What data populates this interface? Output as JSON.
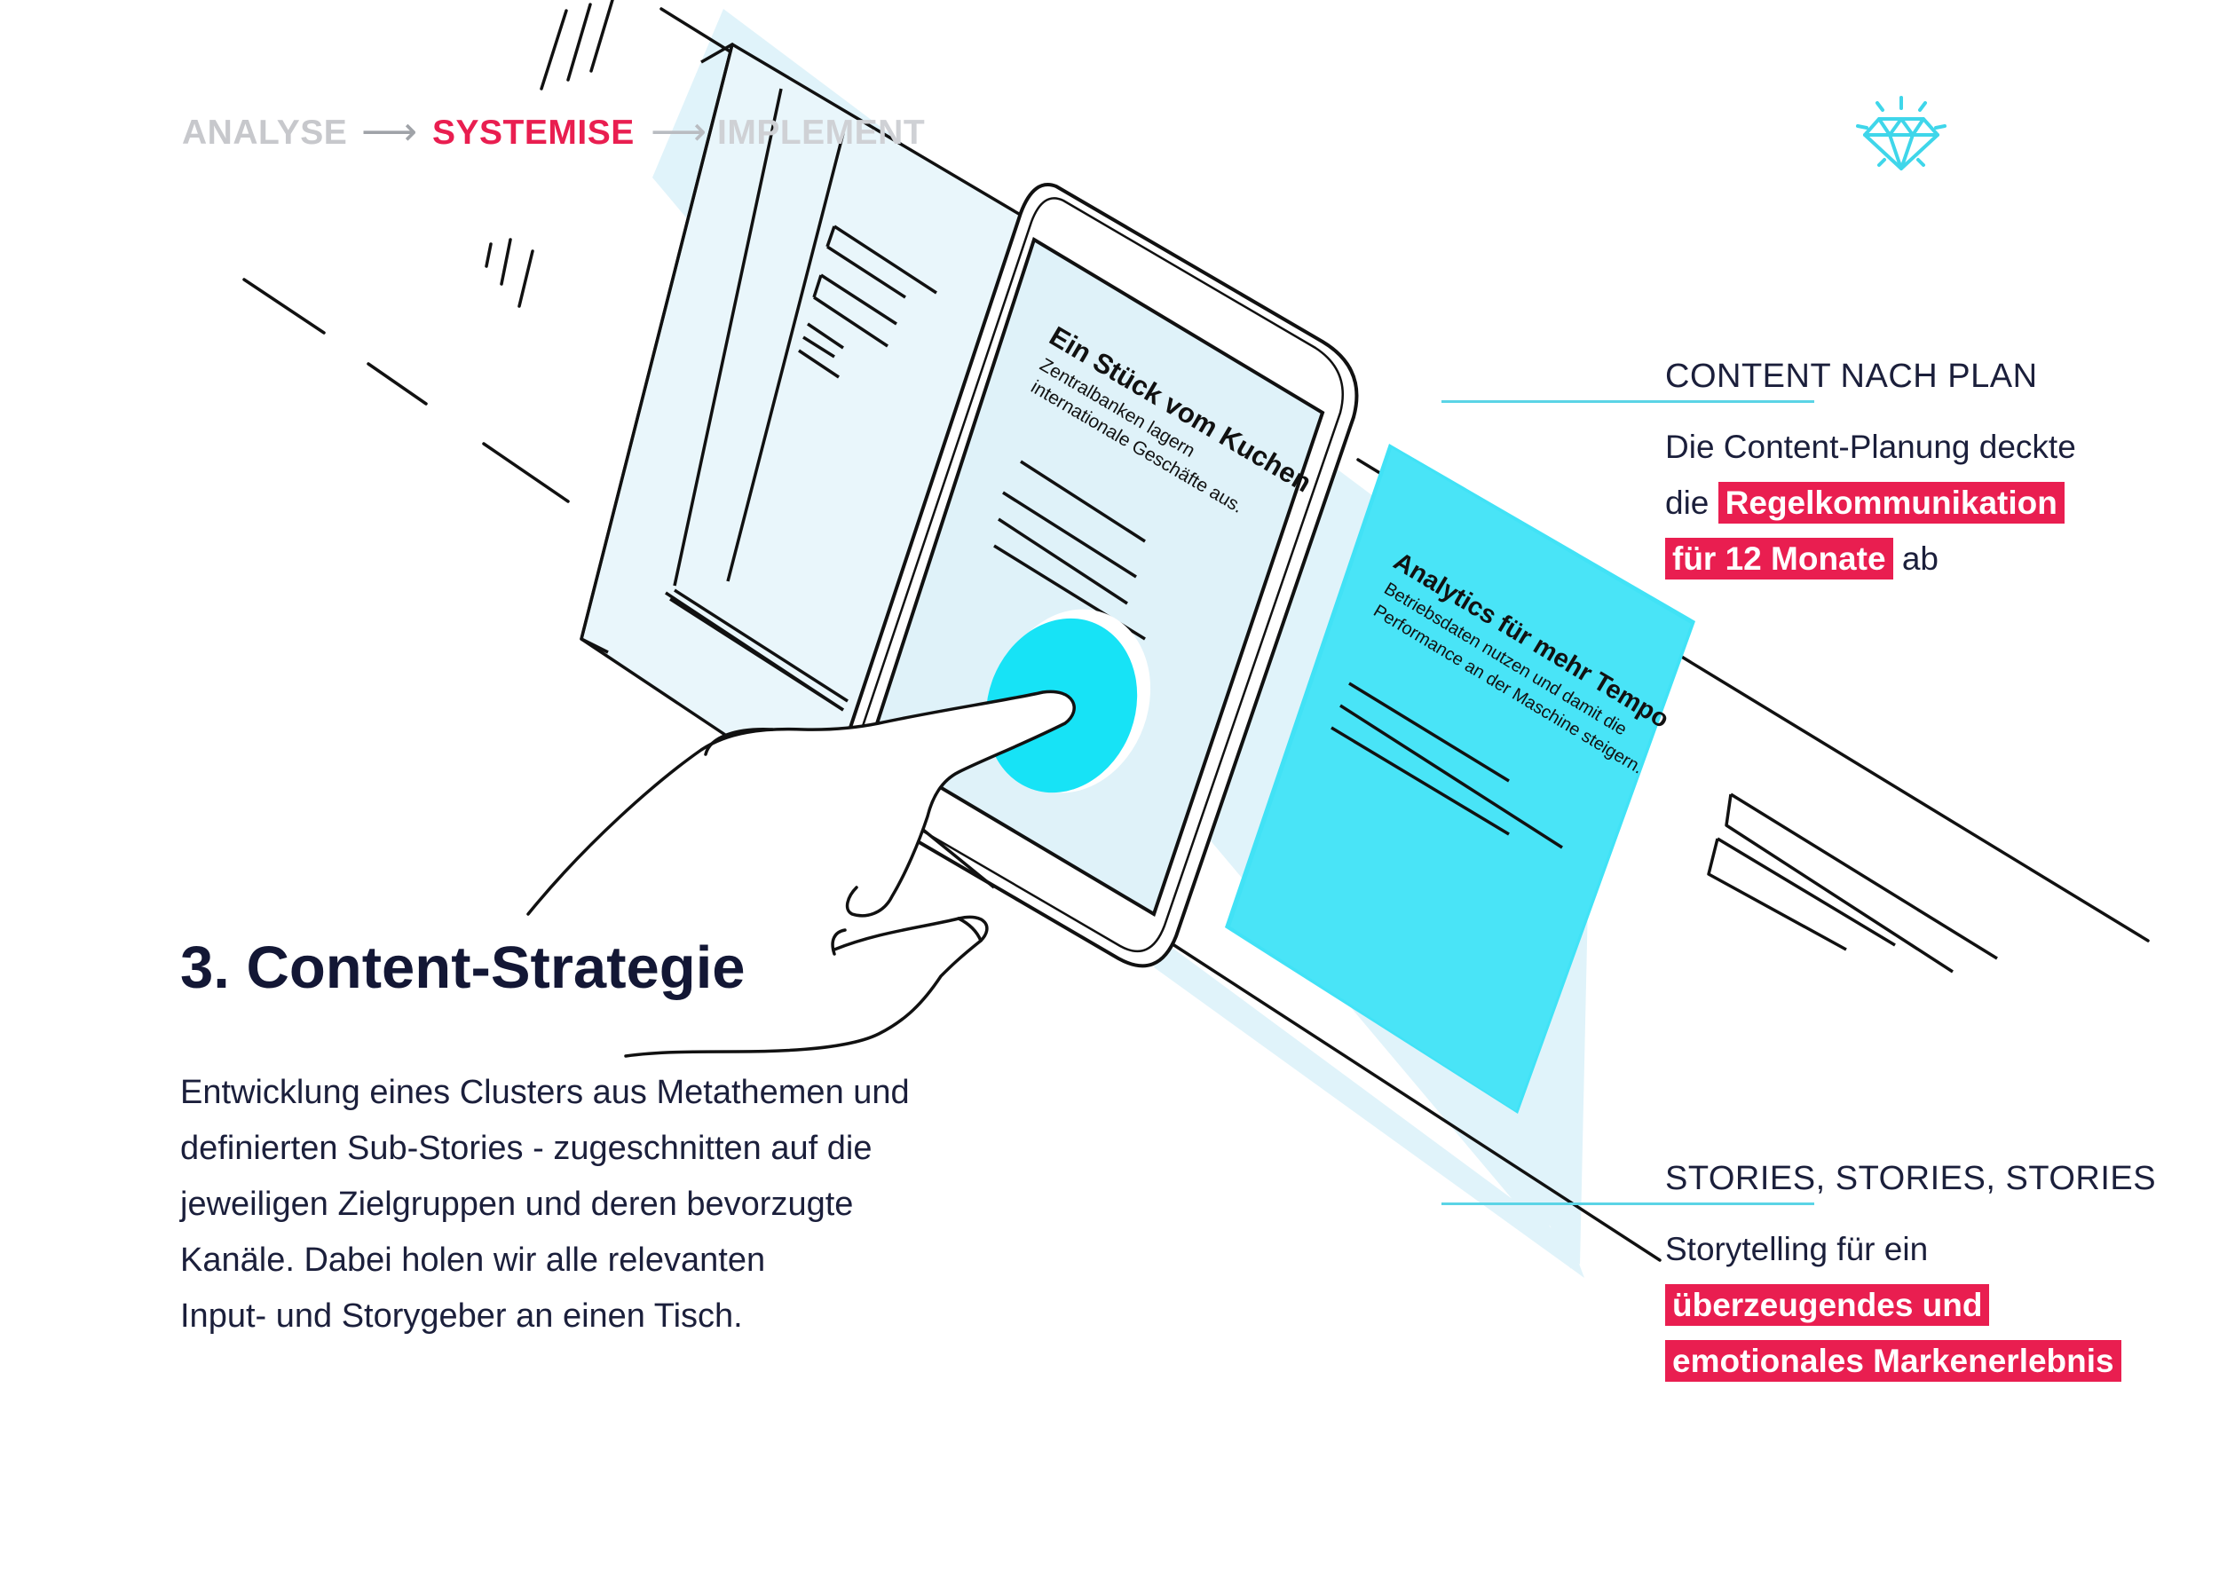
{
  "process": {
    "steps": [
      {
        "label": "ANALYSE"
      },
      {
        "label": "SYSTEMISE"
      },
      {
        "label": "IMPLEMENT"
      }
    ],
    "active_step": "SYSTEMISE",
    "arrow_glyph": "⟶"
  },
  "icons": {
    "corner_icon": "diamond-icon"
  },
  "illustration": {
    "tablet_card": {
      "title": "Ein Stück vom Kuchen",
      "subtitle_line1": "Zentralbanken lagern",
      "subtitle_line2": "internationale Geschäfte aus."
    },
    "blue_card": {
      "title": "Analytics für mehr Tempo",
      "subtitle_line1": "Betriebsdaten nutzen und damit die",
      "subtitle_line2": "Performance an der Maschine steigern."
    }
  },
  "content_plan": {
    "heading": "CONTENT NACH PLAN",
    "text_before_line1": "Die Content-Planung deckte",
    "text_before_line2": "die ",
    "highlight_1": "Regelkommunikation",
    "highlight_2": "für 12 Monate",
    "text_after": " ab"
  },
  "stories": {
    "heading": "STORIES, STORIES, STORIES",
    "text_before": "Storytelling für ein",
    "highlight_1": "überzeugendes und",
    "highlight_2": "emotionales Markenerlebnis"
  },
  "strategy": {
    "title": "3. Content-Strategie",
    "body_lines": [
      "Entwicklung eines Clusters aus Metathemen und",
      "definierten Sub-Stories - zugeschnitten auf die",
      "jeweiligen Zielgruppen und deren bevorzugte",
      "Kanäle. Dabei holen wir alle relevanten",
      "Input- und Storygeber an einen Tisch."
    ]
  },
  "colors": {
    "accent_red": "#e91e50",
    "accent_cyan": "#16d9f0",
    "light_cyan": "#dff3f9",
    "text_dark": "#1b1f3b",
    "muted_gray": "#c7c8cc"
  }
}
